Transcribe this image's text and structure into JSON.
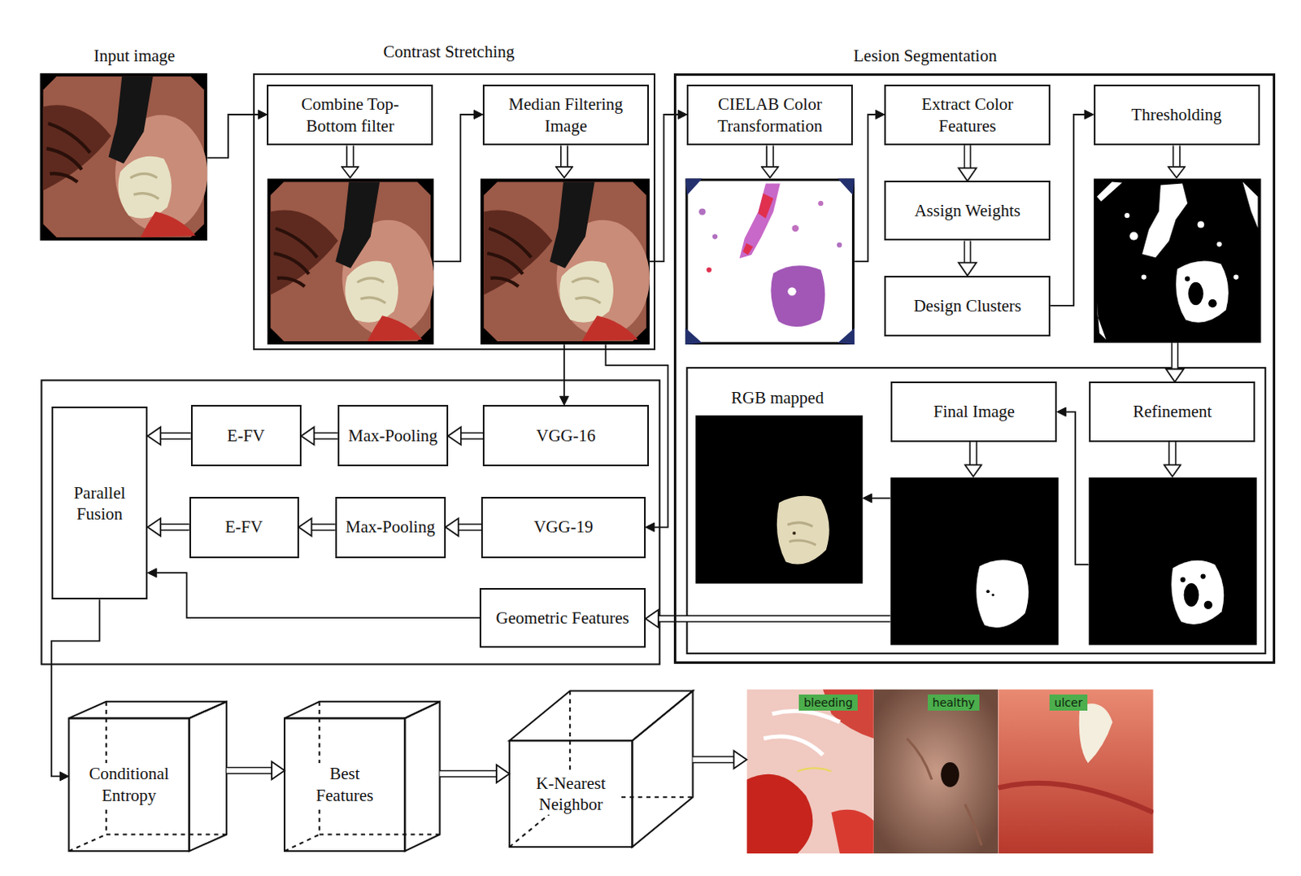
{
  "diagram": {
    "nodes": [
      {
        "text": [
          "Input image"
        ]
      },
      {
        "text": [
          "Contrast Stretching"
        ]
      },
      {
        "text": [
          "Combine Top-Bottom filter"
        ],
        "in": 1
      },
      {
        "text": [
          "Median Filtering Image"
        ],
        "in": 1
      },
      {
        "text": [
          "Lesion Segmentation"
        ]
      },
      {
        "text": [
          "CIELAB Color Transformation"
        ],
        "in": 4
      },
      {
        "text": [
          "Extract Color Features"
        ],
        "in": 4
      },
      {
        "text": [
          "Assign Weights"
        ],
        "in": 4
      },
      {
        "text": [
          "Design Clusters"
        ],
        "in": 4
      },
      {
        "text": [
          "Thresholding"
        ],
        "in": 4
      },
      {
        "text": [
          "RGB mapped"
        ],
        "in": 4
      },
      {
        "text": [
          "Final Image"
        ],
        "in": 4
      },
      {
        "text": [
          "Refinement"
        ],
        "in": 4
      },
      {
        "text": [
          "Parallel Fusion"
        ]
      },
      {
        "text": [
          "E-FV"
        ]
      },
      {
        "text": [
          "Max-Pooling"
        ]
      },
      {
        "text": [
          "VGG-16"
        ]
      },
      {
        "text": [
          "E-FV"
        ]
      },
      {
        "text": [
          "Max-Pooling"
        ]
      },
      {
        "text": [
          "VGG-19"
        ]
      },
      {
        "text": [
          "Geometric Features"
        ]
      },
      {
        "text": [
          "Conditional Entropy"
        ]
      },
      {
        "text": [
          "Best Features"
        ]
      },
      {
        "text": [
          "K-Nearest Neighbor"
        ]
      },
      {
        "text": [
          "bleeding"
        ]
      },
      {
        "text": [
          "healthy"
        ]
      },
      {
        "text": [
          "ulcer"
        ]
      }
    ],
    "edges": [
      {
        "from": 0,
        "to": 2,
        "arrow": "to"
      },
      {
        "from": 2,
        "to": 3,
        "arrow": "to"
      },
      {
        "from": 3,
        "to": 5,
        "arrow": "to"
      },
      {
        "from": 5,
        "to": 6,
        "arrow": "to"
      },
      {
        "from": 6,
        "to": 7,
        "arrow": "to"
      },
      {
        "from": 7,
        "to": 8,
        "arrow": "to"
      },
      {
        "from": 8,
        "to": 9,
        "arrow": "to"
      },
      {
        "from": 9,
        "to": 12,
        "arrow": "to"
      },
      {
        "from": 12,
        "to": 11,
        "arrow": "to"
      },
      {
        "from": 11,
        "to": 10,
        "arrow": "to"
      },
      {
        "from": 11,
        "to": 20,
        "arrow": "to"
      },
      {
        "from": 3,
        "to": 16,
        "arrow": "to"
      },
      {
        "from": 3,
        "to": 19,
        "arrow": "to"
      },
      {
        "from": 16,
        "to": 15,
        "arrow": "to"
      },
      {
        "from": 15,
        "to": 14,
        "arrow": "to"
      },
      {
        "from": 14,
        "to": 13,
        "arrow": "to"
      },
      {
        "from": 19,
        "to": 18,
        "arrow": "to"
      },
      {
        "from": 18,
        "to": 17,
        "arrow": "to"
      },
      {
        "from": 17,
        "to": 13,
        "arrow": "to"
      },
      {
        "from": 20,
        "to": 13,
        "arrow": "to"
      },
      {
        "from": 13,
        "to": 21,
        "arrow": "to"
      },
      {
        "from": 21,
        "to": 22,
        "arrow": "to"
      },
      {
        "from": 22,
        "to": 23,
        "arrow": "to"
      },
      {
        "from": 23,
        "to": 24,
        "arrow": "to"
      }
    ]
  }
}
